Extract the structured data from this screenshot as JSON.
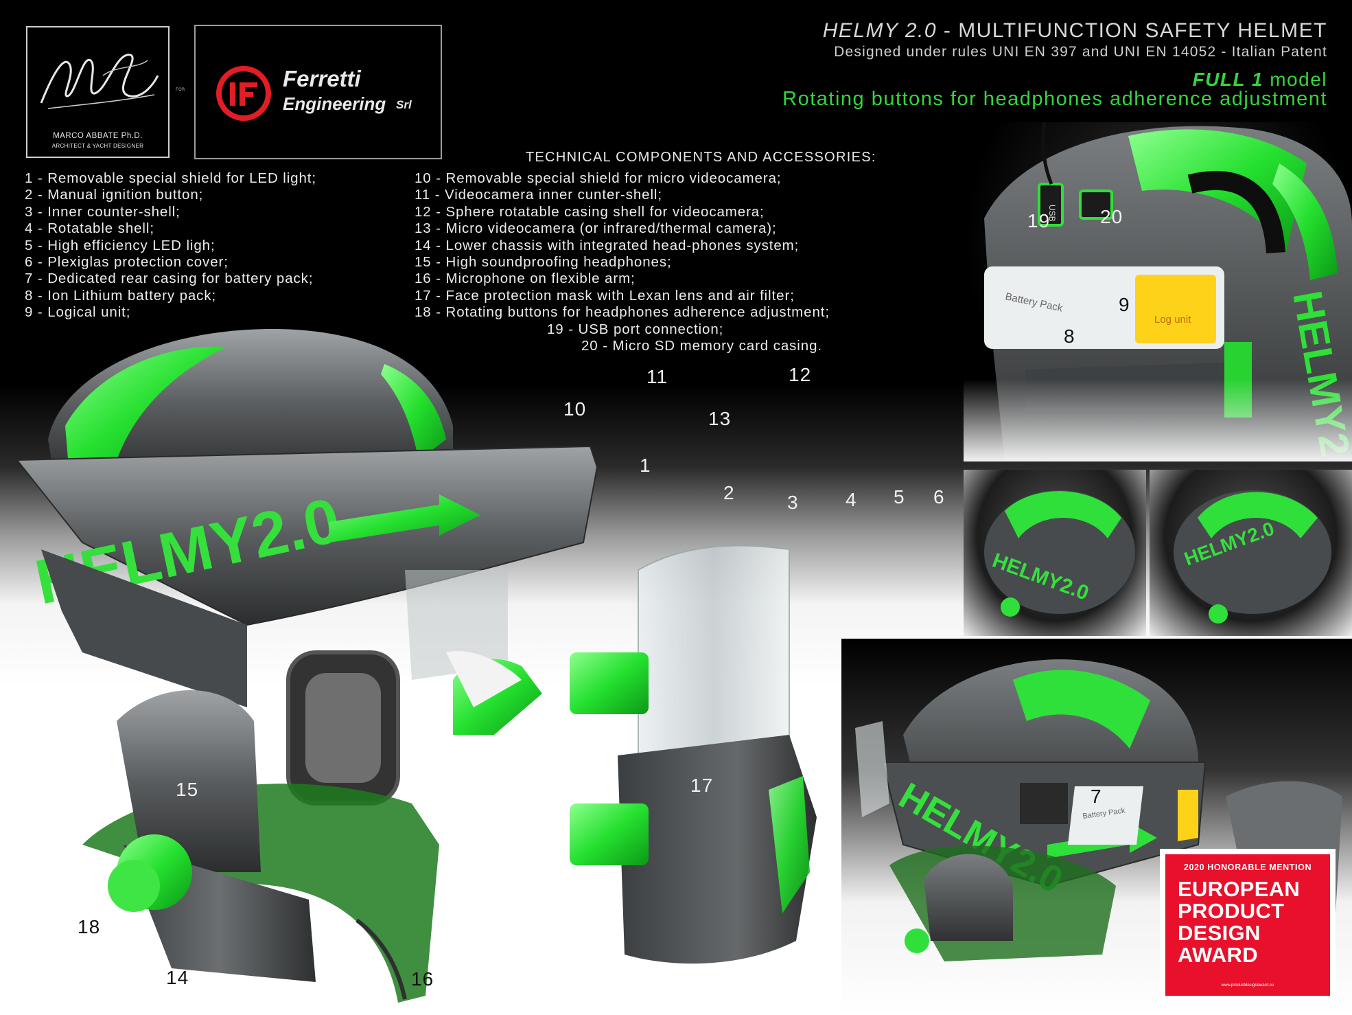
{
  "logos": {
    "designer_name": "MARCO ABBATE Ph.D.",
    "designer_subtitle": "ARCHITECT & YACHT DESIGNER",
    "for_label": "FOR",
    "company_word1": "Ferretti",
    "company_word2": "Engineering",
    "company_suffix": "Srl"
  },
  "header": {
    "title_em": "HELMY 2.0",
    "title_rest": " - MULTIFUNCTION SAFETY HELMET",
    "subtitle": "Designed under rules UNI EN 397 and UNI EN 14052 - Italian Patent",
    "model_em": "FULL 1",
    "model_rest": " model",
    "tagline": "Rotating buttons for headphones adherence adjustment"
  },
  "components": {
    "heading": "TECHNICAL COMPONENTS AND ACCESSORIES:",
    "left": [
      {
        "num": "1",
        "text": " - Removable special shield for LED light;"
      },
      {
        "num": "2",
        "text": " - Manual ignition button;"
      },
      {
        "num": "3",
        "text": " - Inner counter-shell;"
      },
      {
        "num": "4",
        "text": " - Rotatable shell;"
      },
      {
        "num": "5",
        "text": " - High efficiency LED ligh;"
      },
      {
        "num": "6",
        "text": " - Plexiglas protection cover;"
      },
      {
        "num": "7",
        "text": " - Dedicated rear casing for battery pack;"
      },
      {
        "num": "8",
        "text": " - Ion Lithium battery pack;"
      },
      {
        "num": "9",
        "text": " - Logical unit;"
      }
    ],
    "right": [
      {
        "num": "10",
        "text": " - Removable special shield for micro videocamera;"
      },
      {
        "num": "11",
        "text": " - Videocamera inner cunter-shell;"
      },
      {
        "num": "12",
        "text": " - Sphere rotatable casing shell for videocamera;"
      },
      {
        "num": "13",
        "text": " - Micro videocamera (or infrared/thermal camera);"
      },
      {
        "num": "14",
        "text": " - Lower chassis with integrated head-phones system;"
      },
      {
        "num": "15",
        "text": " - High soundproofing headphones;"
      },
      {
        "num": "16",
        "text": " - Microphone on flexible arm;"
      },
      {
        "num": "17",
        "text": " - Face protection mask with Lexan lens and air filter;"
      },
      {
        "num": "18",
        "text": " - Rotating buttons for headphones adherence adjustment;"
      }
    ],
    "extra": [
      {
        "num": "19",
        "text": " - USB port connection;"
      },
      {
        "num": "20",
        "text": " - Micro SD memory card casing."
      }
    ]
  },
  "callouts": {
    "n1": "1",
    "n2": "2",
    "n3": "3",
    "n4": "4",
    "n5": "5",
    "n6": "6",
    "n7": "7",
    "n8": "8",
    "n9": "9",
    "n10": "10",
    "n11": "11",
    "n12": "12",
    "n13": "13",
    "n14": "14",
    "n15": "15",
    "n16": "16",
    "n17": "17",
    "n18": "18",
    "n19": "19",
    "n20": "20"
  },
  "helmet_labels": {
    "brand": "HELMY2.0",
    "battery": "Battery Pack",
    "log_unit": "Log unit",
    "usb": "USB"
  },
  "award": {
    "top": "2020 HONORABLE MENTION",
    "line1": "EUROPEAN",
    "line2": "PRODUCT",
    "line3": "DESIGN",
    "line4": "AWARD",
    "url": "www.productdesignaward.eu"
  },
  "colors": {
    "accent_green": "#33d63c",
    "award_red": "#e8102b",
    "shell_grey": "#5b5e60"
  }
}
